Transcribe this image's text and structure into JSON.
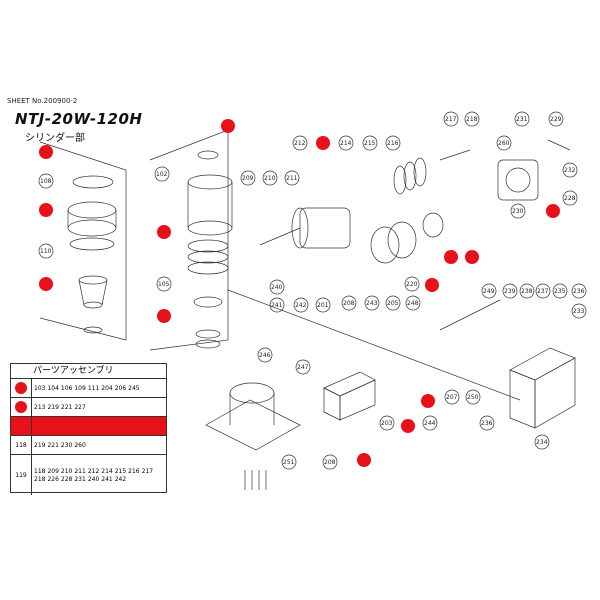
{
  "header": {
    "sheet_no": "SHEET No.200900-2",
    "model": "NTJ-20W-120H",
    "subtitle": "シリンダー部"
  },
  "table": {
    "title": "パーツアッセンブリ",
    "rows": [
      {
        "code": "",
        "highlight": false,
        "parts": [
          "103",
          "104",
          "106",
          "109",
          "111",
          "204",
          "206",
          "245"
        ]
      },
      {
        "code": "",
        "highlight": false,
        "parts": [
          "213",
          "219",
          "221",
          "227"
        ]
      },
      {
        "code": "",
        "highlight": true,
        "parts": []
      },
      {
        "code": "118",
        "highlight": false,
        "parts": [
          "219",
          "221",
          "230",
          "260"
        ]
      },
      {
        "code": "119",
        "highlight": false,
        "parts": [
          "118",
          "209",
          "210",
          "211",
          "212",
          "214",
          "215",
          "216",
          "217",
          "218",
          "226",
          "228",
          "231",
          "240",
          "241",
          "242"
        ]
      }
    ]
  },
  "labels": {
    "l102": "102",
    "l105": "105",
    "l108": "108",
    "l110": "110",
    "l201": "201",
    "l203": "203",
    "l205": "205",
    "l207": "207",
    "l208": "208",
    "l209": "209",
    "l210": "210",
    "l211": "211",
    "l212": "212",
    "l214": "214",
    "l215": "215",
    "l216": "216",
    "l217": "217",
    "l218": "218",
    "l220": "220",
    "l228": "228",
    "l229": "229",
    "l230": "230",
    "l231": "231",
    "l232": "232",
    "l233": "233",
    "l234": "234",
    "l235": "235",
    "l236": "236",
    "l237": "237",
    "l238": "238",
    "l239": "239",
    "l240": "240",
    "l241": "241",
    "l242": "242",
    "l243": "243",
    "l244": "244",
    "l246": "246",
    "l247": "247",
    "l248": "248",
    "l249": "249",
    "l250": "250",
    "l251": "251",
    "l260": "260"
  },
  "colors": {
    "highlight": "#e8111a",
    "line": "#333333"
  }
}
